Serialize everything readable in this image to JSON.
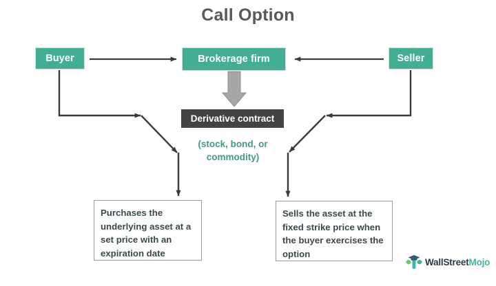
{
  "title": "Call Option",
  "nodes": {
    "buyer": "Buyer",
    "brokerage": "Brokerage firm",
    "seller": "Seller",
    "derivative": "Derivative contract"
  },
  "annotations": {
    "asset_types_line1": "(stock, bond, or",
    "asset_types_line2": "commodity)"
  },
  "notes": {
    "left": "Purchases the underlying asset at a set price with an expiration date",
    "right": "Sells the asset at the fixed strike price when the buyer exercises the option"
  },
  "logo": {
    "part1": "WallStreet",
    "part2": "Mojo"
  },
  "colors": {
    "node_green": "#42ae93",
    "derivative_dark": "#434343",
    "annotation_green": "#3f9c7f",
    "title_gray": "#595959",
    "arrow_dark": "#3a3a3a",
    "block_arrow_gray": "#a6a6a6",
    "note_border": "#9a9a9a",
    "logo_mojo": "#3fb6a8"
  }
}
